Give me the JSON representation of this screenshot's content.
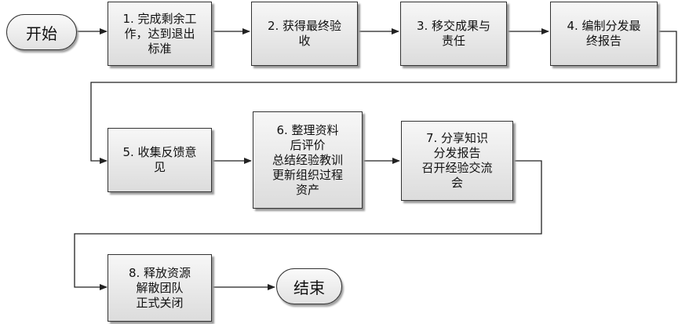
{
  "start": {
    "label": "开始"
  },
  "end": {
    "label": "结束"
  },
  "steps": [
    {
      "label": "1. 完成剩余工\n作，达到退出\n标准"
    },
    {
      "label": "2. 获得最终验\n收"
    },
    {
      "label": "3. 移交成果与\n责任"
    },
    {
      "label": "4. 编制分发最\n终报告"
    },
    {
      "label": "5. 收集反馈意\n见"
    },
    {
      "label": "6. 整理资料\n后评价\n总结经验教训\n更新组织过程\n资产"
    },
    {
      "label": "7. 分享知识\n分发报告\n召开经验交流\n会"
    },
    {
      "label": "8. 释放资源\n解散团队\n正式关闭"
    }
  ]
}
